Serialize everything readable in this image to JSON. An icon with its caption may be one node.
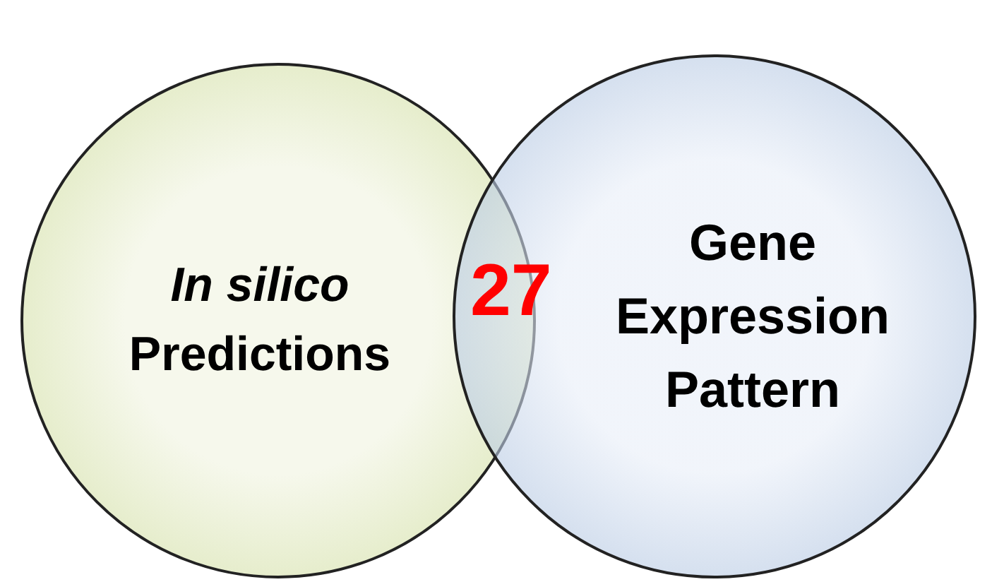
{
  "diagram": {
    "nodes": [
      {
        "text": [
          "*In silico* Predictions"
        ]
      },
      {
        "text": [
          "Gene Expression Pattern"
        ]
      }
    ],
    "labels": [
      "27"
    ]
  }
}
